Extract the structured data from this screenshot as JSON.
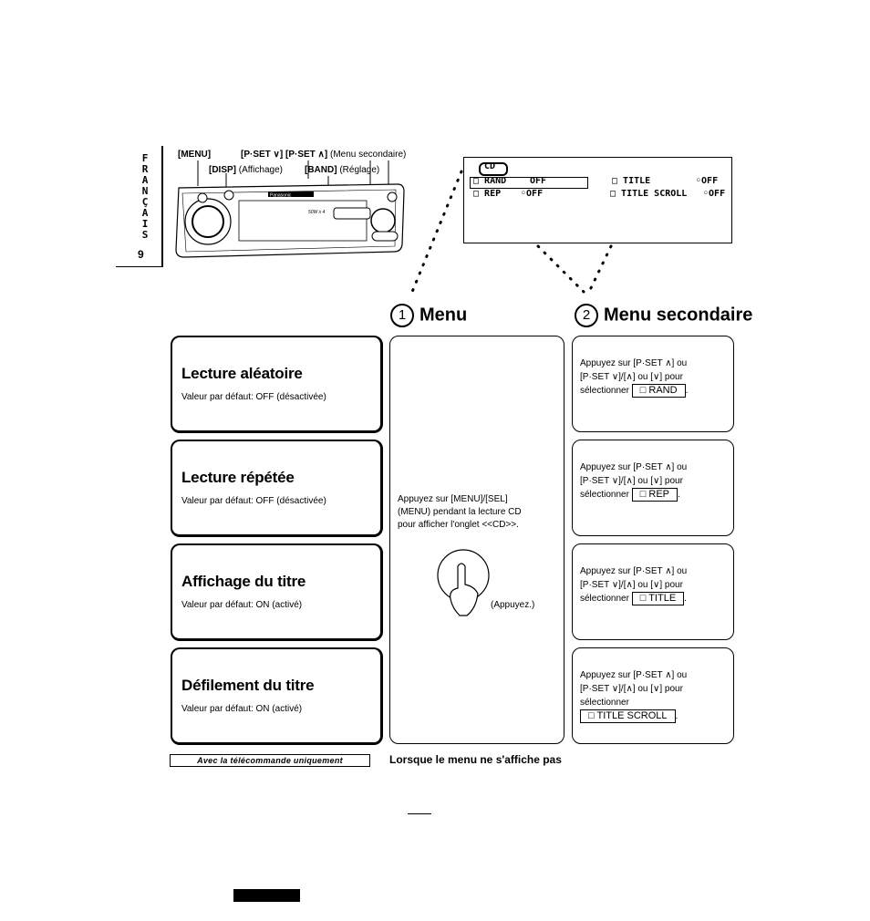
{
  "side_tab": {
    "letters": [
      "F",
      "R",
      "A",
      "N",
      "Ç",
      "A",
      "I",
      "S"
    ],
    "page": "9"
  },
  "top_labels": {
    "menu": "[MENU]",
    "pset_down": "[P·SET ∨] [P·SET ∧]",
    "menu_secondaire": "(Menu secondaire)",
    "disp": "[DISP]",
    "affichage": "(Affichage)",
    "band": "[BAND]",
    "reglage": "(Réglage)"
  },
  "device": {
    "brand": "Panasonic",
    "power": "50W x 4"
  },
  "lcd": {
    "tab": "CD",
    "rand": "RAND",
    "rand_value": "OFF",
    "rep": "REP",
    "rep_value": "OFF",
    "title": "TITLE",
    "title_value": "OFF",
    "title_scroll": "TITLE SCROLL",
    "title_scroll_value": "OFF"
  },
  "headings": {
    "menu_num": "1",
    "menu": "Menu",
    "secondary_num": "2",
    "secondary": "Menu secondaire"
  },
  "features": [
    {
      "title": "Lecture aléatoire",
      "default": "Valeur par défaut: OFF (désactivée)"
    },
    {
      "title": "Lecture répétée",
      "default": "Valeur par défaut: OFF (désactivée)"
    },
    {
      "title": "Affichage du titre",
      "default": "Valeur par défaut: ON (activé)"
    },
    {
      "title": "Défilement du titre",
      "default": "Valeur par défaut: ON (activé)"
    }
  ],
  "middle": {
    "line1": "Appuyez sur [MENU]/[SEL]",
    "line2": "(MENU) pendant la lecture CD",
    "line3": "pour afficher l'onglet <<CD>>.",
    "press": "(Appuyez.)"
  },
  "instructions": {
    "line1": "Appuyez sur [P·SET ∧] ou",
    "line2": "[P·SET ∨]/[∧] ou [∨] pour",
    "select": "sélectionner",
    "line2_last": "[P·SET ∨]/[∧] ou [∨] pour",
    "items": [
      "□ RAND",
      "□ REP",
      "□ TITLE",
      "□ TITLE SCROLL"
    ]
  },
  "remote_only": "Avec la télécommande uniquement",
  "no_menu": "Lorsque le menu ne s'affiche pas"
}
